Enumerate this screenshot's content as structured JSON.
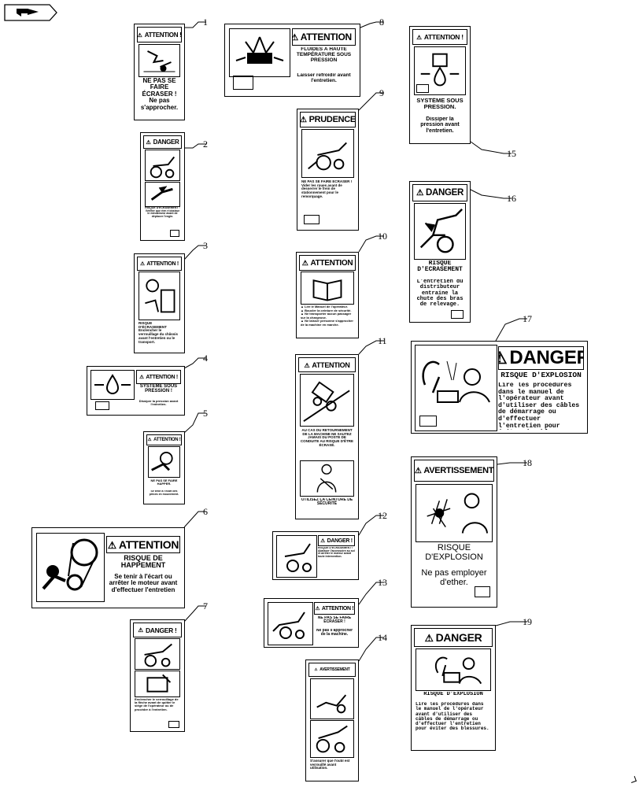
{
  "nav": {
    "icon": "next-page-arrow-icon"
  },
  "callouts": [
    "1",
    "2",
    "3",
    "4",
    "5",
    "6",
    "7",
    "8",
    "9",
    "10",
    "11",
    "12",
    "13",
    "14",
    "15",
    "16",
    "17",
    "18",
    "19"
  ],
  "decals": {
    "d1": {
      "header": "ATTENTION !",
      "text": "NE PAS SE FAIRE ÉCRASER ! Ne pas s'approcher."
    },
    "d2": {
      "header": "DANGER",
      "text": "RISQUE D'ÉCRASEMENT : Vérifier que rien n'obstrue le mécanisme avant de déplacer l'engin."
    },
    "d3": {
      "header": "ATTENTION !",
      "text": "RISQUE D'ÉCRASEMENT Enclencher le verrouillage du châssis avant l'entretien ou le transport."
    },
    "d4": {
      "header": "ATTENTION !",
      "title": "SYSTÈME SOUS PRESSION !",
      "text": "Dissiper la pression avant l'entretien."
    },
    "d5": {
      "header": "ATTENTION !",
      "title": "NE PAS SE FAIRE HAPPER.",
      "text": "Se tenir à l'écart des pièces en mouvement."
    },
    "d6": {
      "header": "ATTENTION",
      "title": "RISQUE DE HAPPEMENT",
      "text": "Se tenir à l'écart ou arrêter le moteur avant d'effectuer l'entretien"
    },
    "d7": {
      "header": "DANGER !",
      "text": "Enclencher le verrouillage de la flèche avant de quitter le siège de l'opérateur ou de procéder à l'entretien."
    },
    "d8": {
      "header": "ATTENTION !",
      "title": "FLUIDES À HAUTE TEMPÉRATURE SOUS PRESSION",
      "text": "Laisser refroidir avant l'entretien."
    },
    "d9": {
      "header": "PRUDENCE",
      "text": "NE PAS SE FAIRE ÉCRASER ! Vider les roues avant de desserrer le frein de stationnement pour le remorquage."
    },
    "d10": {
      "header": "ATTENTION",
      "items": [
        "Lire le Manuel de l'opérateur.",
        "Boucler la ceinture de sécurité.",
        "Ne transporter aucun passager sur la chargeuse.",
        "Ne laisser personne s'approcher de la machine en marche."
      ]
    },
    "d11": {
      "header": "ATTENTION",
      "text1": "AU CAS DU RETOURNEMENT DE LA MACHINE NE SAUTEZ JAMAIS DU POSTE DE CONDUITE AU RISQUE D'ÊTRE ÉCRASÉ.",
      "text2": "UTILISEZ LA CEINTURE DE SÉCURITÉ"
    },
    "d12": {
      "header": "DANGER !",
      "text": "RISQUE D'ÉCRASEMENT ! Abaisser l'accessoire au sol et arrêter le moteur avant toute intervention."
    },
    "d13": {
      "header": "ATTENTION !",
      "title": "NE PAS SE FAIRE ÉCRASER !",
      "text": "Ne pas s'approcher de la machine."
    },
    "d14": {
      "header": "AVERTISSEMENT",
      "text": "S'assurer que l'outil est verrouillé avant utilisation."
    },
    "d15": {
      "header": "ATTENTION !",
      "title": "SYSTÈME SOUS PRESSION.",
      "text": "Dissiper la pression avant l'entretien."
    },
    "d16": {
      "header": "DANGER",
      "title": "RISQUE D'ECRASEMENT",
      "text": "L'entretien du distributeur entraine la chute des bras de relevage."
    },
    "d17": {
      "header": "DANGER",
      "title": "RISQUE D'EXPLOSION",
      "text": "Lire les procédures dans le manuel de l'opérateur avant d'utiliser des câbles de démarrage ou d'effectuer l'entretien pour éviter des blessures."
    },
    "d18": {
      "header": "AVERTISSEMENT",
      "title": "RISQUE D'EXPLOSION",
      "text": "Ne pas employer d'ether."
    },
    "d19": {
      "header": "DANGER",
      "title": "RISQUE D'EXPLOSION",
      "text": "Lire les procédures dans le manuel de l'opérateur avant d'utiliser des câbles de démarrage ou d'effectuer l'entretien pour éviter des blessures."
    }
  }
}
